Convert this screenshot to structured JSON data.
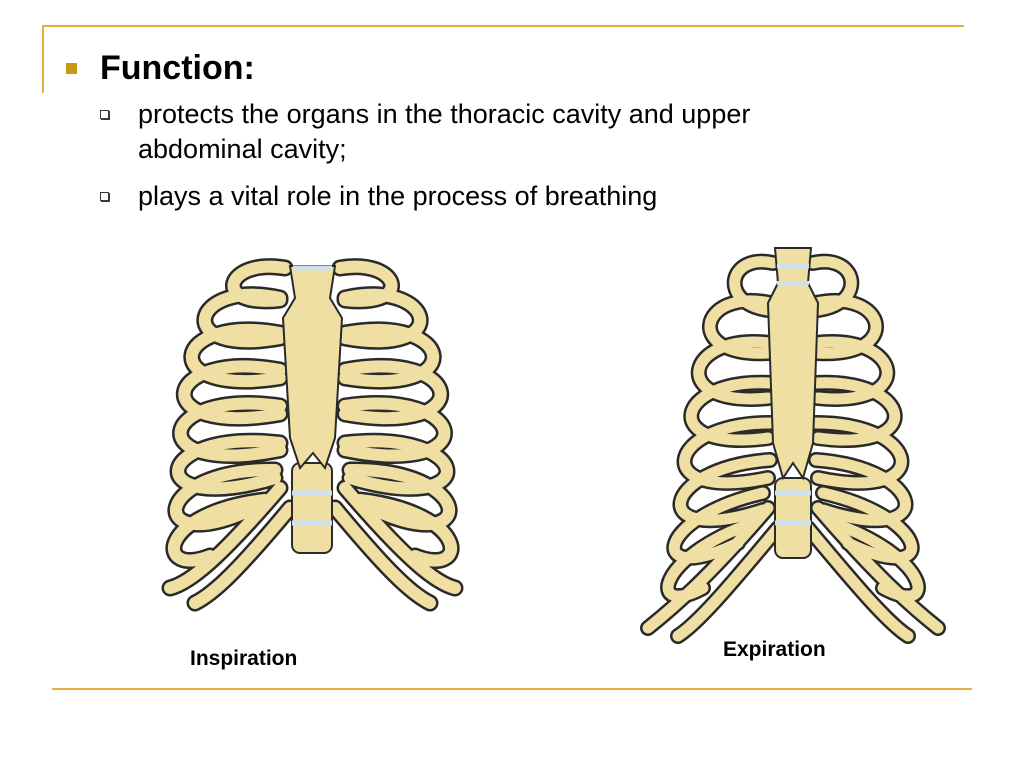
{
  "slide": {
    "heading": "Function:",
    "points": [
      "protects the organs in the thoracic cavity and upper abdominal cavity;",
      "plays a vital role in the process of breathing"
    ],
    "figures": [
      {
        "caption": "Inspiration",
        "icon": "ribcage-inspiration-icon"
      },
      {
        "caption": "Expiration",
        "icon": "ribcage-expiration-icon"
      }
    ]
  },
  "colors": {
    "accent_line": "#e2b13a",
    "bullet": "#c69a12",
    "bone_fill": "#efdfa3",
    "bone_outline": "#2a2a2a",
    "cartilage": "#cfe0ee"
  }
}
